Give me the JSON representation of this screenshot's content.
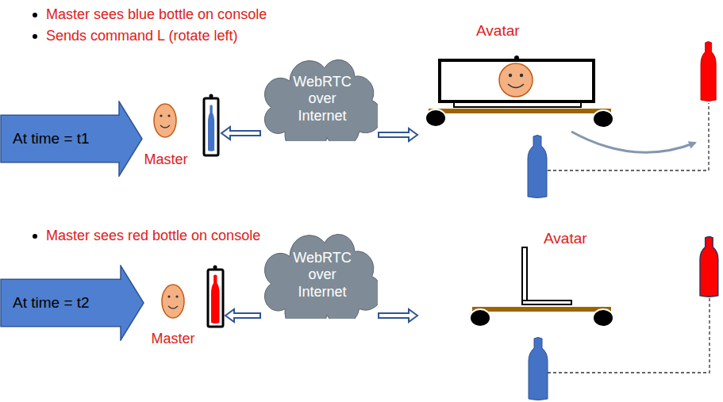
{
  "diagram": {
    "nodes": [
      {
        "text": [
          "At time = t1"
        ]
      },
      {
        "text": [
          "Master"
        ]
      },
      {
        "text": [
          "WebRTC over Internet"
        ]
      },
      {
        "text": [
          "Avatar"
        ]
      },
      {
        "text": [
          "At time = t2"
        ]
      },
      {
        "text": [
          "Master"
        ]
      },
      {
        "text": [
          "WebRTC over Internet"
        ]
      },
      {
        "text": [
          "Avatar"
        ]
      }
    ],
    "edges": [
      {
        "from": 2,
        "to": 3,
        "arrow": "to"
      },
      {
        "from": 6,
        "to": 7,
        "arrow": "to"
      }
    ],
    "labels": [
      "Master sees blue bottle on console",
      "Sends command L (rotate left)",
      "Master sees red bottle on console"
    ]
  }
}
